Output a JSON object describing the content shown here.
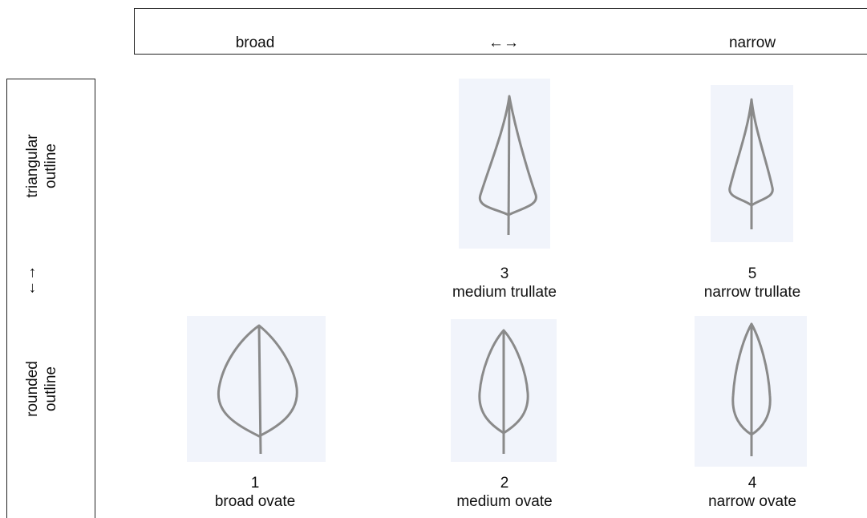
{
  "columns": {
    "broad": "broad",
    "arrow": "←→",
    "narrow": "narrow"
  },
  "rows": {
    "triangular": "triangular outline",
    "arrow": "←→",
    "rounded": "rounded outline"
  },
  "leaves": [
    {
      "number": "1",
      "name": "broad ovate",
      "shape": "broad-ovate"
    },
    {
      "number": "2",
      "name": "medium ovate",
      "shape": "medium-ovate"
    },
    {
      "number": "3",
      "name": "medium trullate",
      "shape": "medium-trullate"
    },
    {
      "number": "4",
      "name": "narrow ovate",
      "shape": "narrow-ovate"
    },
    {
      "number": "5",
      "name": "narrow trullate",
      "shape": "narrow-trullate"
    }
  ],
  "colors": {
    "leaf_stroke": "#8a8a8a",
    "leaf_background": "#f1f4fb",
    "frame": "#222222"
  }
}
